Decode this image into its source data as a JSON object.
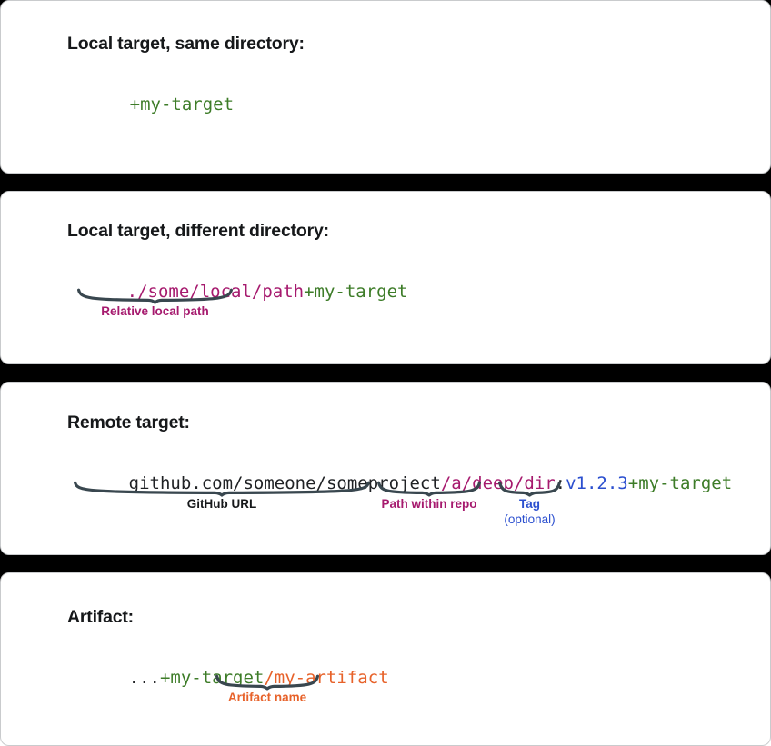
{
  "slides": [
    {
      "id": "local-same-dir",
      "heading": "Local target, same directory:",
      "code_parts": [
        {
          "text": "+my-target",
          "color": "#3d7c28",
          "role": "target-name"
        }
      ],
      "annotations": []
    },
    {
      "id": "local-different-dir",
      "heading": "Local target, different directory:",
      "code_parts": [
        {
          "text": "./some/local/path",
          "color": "#a61a6e",
          "role": "relative-path"
        },
        {
          "text": "+my-target",
          "color": "#3d7c28",
          "role": "target-name"
        }
      ],
      "annotations": [
        {
          "label": "Relative local path",
          "sublabel": "",
          "color": "#a61a6e"
        }
      ]
    },
    {
      "id": "remote-target",
      "heading": "Remote target:",
      "code_parts": [
        {
          "text": "github.com/someone/someproject",
          "color": "#1f2124",
          "role": "github-url"
        },
        {
          "text": "/a/deep/dir",
          "color": "#a61a6e",
          "role": "path-within-repo"
        },
        {
          "text": ":",
          "color": "#1f2124",
          "role": "tag-separator"
        },
        {
          "text": "v1.2.3",
          "color": "#2b4fcf",
          "role": "tag"
        },
        {
          "text": "+my-target",
          "color": "#3d7c28",
          "role": "target-name"
        }
      ],
      "annotations": [
        {
          "label": "GitHub URL",
          "sublabel": "",
          "color": "#16181a"
        },
        {
          "label": "Path within repo",
          "sublabel": "",
          "color": "#a61a6e"
        },
        {
          "label": "Tag",
          "sublabel": "(optional)",
          "color": "#2b4fcf"
        }
      ]
    },
    {
      "id": "artifact",
      "heading": "Artifact:",
      "code_parts": [
        {
          "text": "...",
          "color": "#1f2124",
          "role": "ellipsis"
        },
        {
          "text": "+my-target",
          "color": "#3d7c28",
          "role": "target-name"
        },
        {
          "text": "/my-artifact",
          "color": "#e7622a",
          "role": "artifact-name"
        }
      ],
      "annotations": [
        {
          "label": "Artifact name",
          "sublabel": "",
          "color": "#e7622a"
        }
      ]
    }
  ],
  "colors": {
    "target_green": "#3d7c28",
    "path_magenta": "#a61a6e",
    "tag_blue": "#2b4fcf",
    "artifact_orange": "#e7622a",
    "code_dark": "#1f2124",
    "brace_stroke": "#39474f",
    "separator": "#000000",
    "slide_background": "#ffffff"
  }
}
